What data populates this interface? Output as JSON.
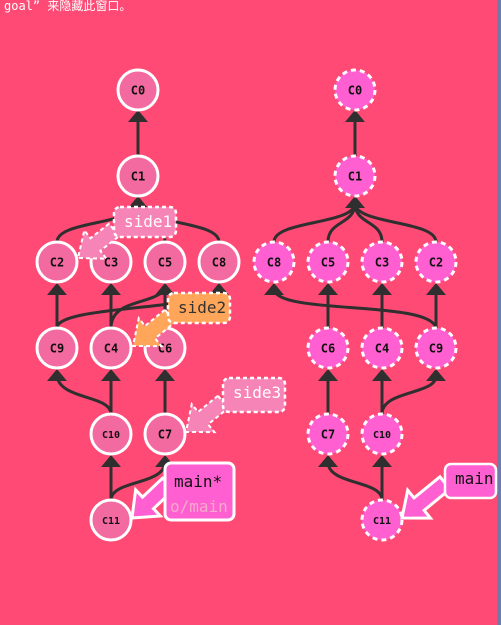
{
  "header": {
    "text": "goal” 来隐藏此窗口。"
  },
  "colors": {
    "background": "#ff4a75",
    "commit_fill_left": "#f36aa0",
    "commit_fill_right": "#ff5fd1",
    "branch_fill": "#f784b6",
    "side2_fill": "#ffa65a",
    "main_fill": "#ff5fd1",
    "edge": "#2f2f2f",
    "outline": "#ffffff"
  },
  "left_graph": {
    "commits": [
      {
        "id": "C0"
      },
      {
        "id": "C1"
      },
      {
        "id": "C2"
      },
      {
        "id": "C3"
      },
      {
        "id": "C5"
      },
      {
        "id": "C8"
      },
      {
        "id": "C9"
      },
      {
        "id": "C4"
      },
      {
        "id": "C6"
      },
      {
        "id": "C10"
      },
      {
        "id": "C7"
      },
      {
        "id": "C11"
      }
    ],
    "branches": [
      {
        "name": "side1"
      },
      {
        "name": "side2"
      },
      {
        "name": "side3"
      },
      {
        "name": "main*",
        "remote": "o/main"
      }
    ]
  },
  "right_graph": {
    "commits": [
      {
        "id": "C0"
      },
      {
        "id": "C1"
      },
      {
        "id": "C8"
      },
      {
        "id": "C5"
      },
      {
        "id": "C3"
      },
      {
        "id": "C2"
      },
      {
        "id": "C6"
      },
      {
        "id": "C4"
      },
      {
        "id": "C9"
      },
      {
        "id": "C7"
      },
      {
        "id": "C10"
      },
      {
        "id": "C11"
      }
    ],
    "branches": [
      {
        "name": "main"
      }
    ]
  }
}
